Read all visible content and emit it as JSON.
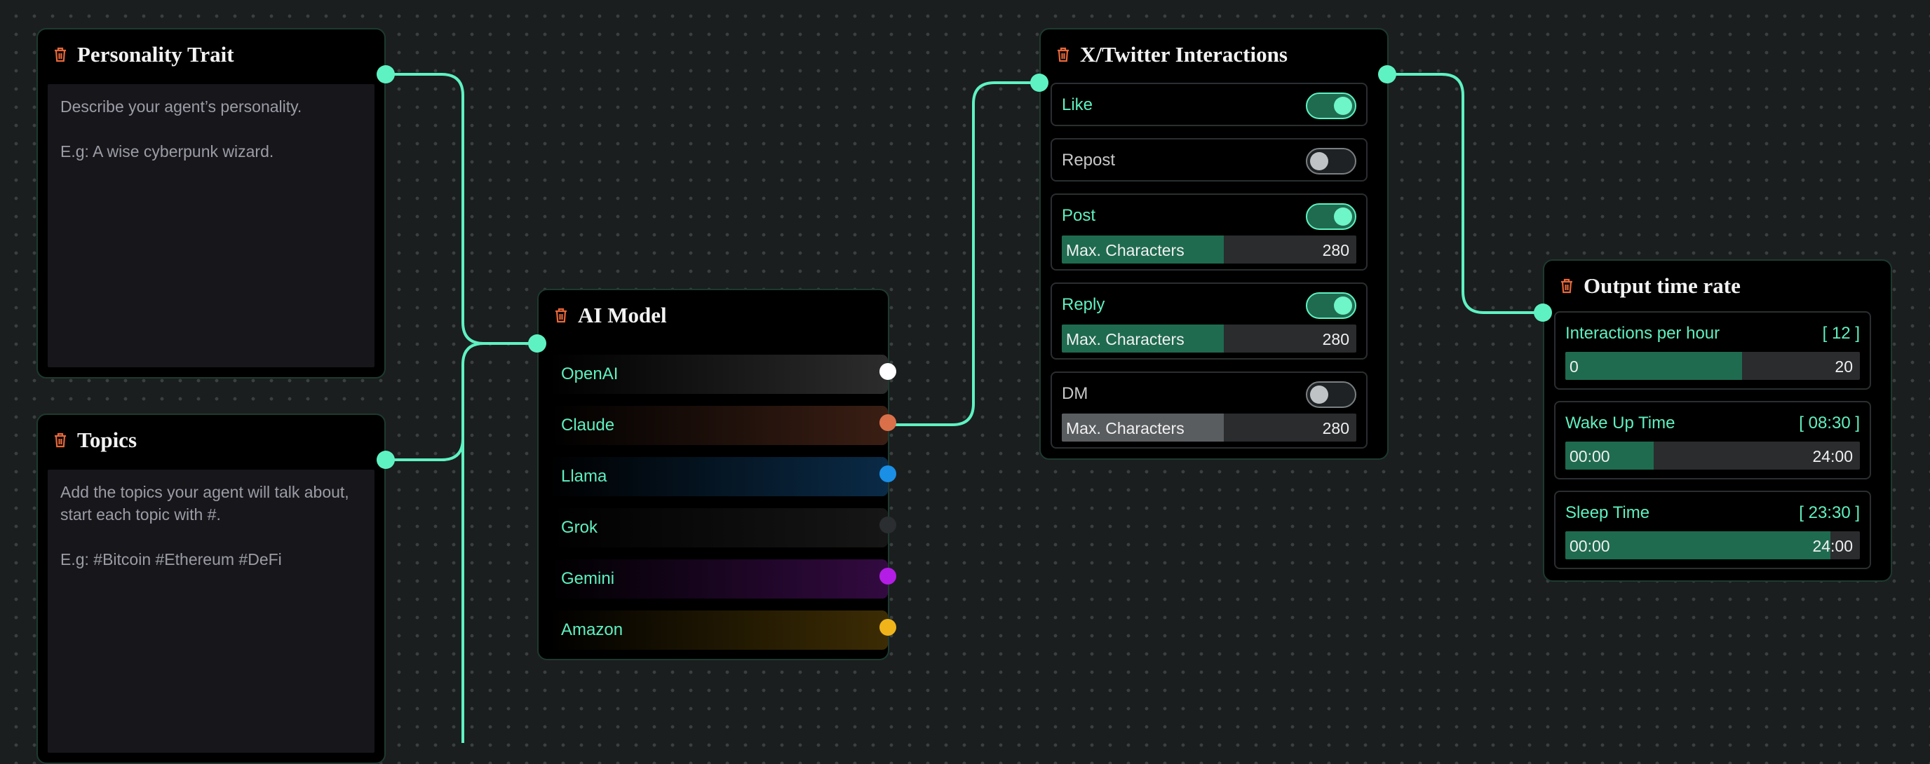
{
  "colors": {
    "accent": "#5ef2c2",
    "trash": "#e8683a",
    "slider_fill": "#1f6b50",
    "slider_fill_disabled": "#5a5d60"
  },
  "icons": {
    "delete": "trash-icon"
  },
  "personality": {
    "title": "Personality Trait",
    "placeholder": "Describe your agent’s personality.\n\nE.g: A wise cyberpunk wizard."
  },
  "topics": {
    "title": "Topics",
    "placeholder": "Add the topics your agent will talk about, start each topic with #.\n\nE.g: #Bitcoin #Ethereum #DeFi"
  },
  "ai_model": {
    "title": "AI Model",
    "options": [
      {
        "label": "OpenAI",
        "color": "#ffffff"
      },
      {
        "label": "Claude",
        "color": "#d9704a"
      },
      {
        "label": "Llama",
        "color": "#1a8fe6"
      },
      {
        "label": "Grok",
        "color": "#2a2e30"
      },
      {
        "label": "Gemini",
        "color": "#b41de6"
      },
      {
        "label": "Amazon",
        "color": "#f0b41a"
      }
    ],
    "connected": "Claude"
  },
  "twitter": {
    "title": "X/Twitter Interactions",
    "like": {
      "label": "Like",
      "on": true
    },
    "repost": {
      "label": "Repost",
      "on": false
    },
    "post": {
      "label": "Post",
      "on": true,
      "slider_label": "Max. Characters",
      "value": "280",
      "fill": 0.55
    },
    "reply": {
      "label": "Reply",
      "on": true,
      "slider_label": "Max. Characters",
      "value": "280",
      "fill": 0.55
    },
    "dm": {
      "label": "DM",
      "on": false,
      "slider_label": "Max. Characters",
      "value": "280",
      "fill": 0.55
    }
  },
  "output": {
    "title": "Output time rate",
    "interactions": {
      "label": "Interactions per hour",
      "current": "[ 12 ]",
      "min": "0",
      "max": "20",
      "fill": 0.6
    },
    "wake": {
      "label": "Wake Up Time",
      "current": "[ 08:30 ]",
      "min": "00:00",
      "max": "24:00",
      "fill": 0.3
    },
    "sleep": {
      "label": "Sleep Time",
      "current": "[ 23:30 ]",
      "min": "00:00",
      "max": "24:00",
      "fill": 0.9
    }
  }
}
